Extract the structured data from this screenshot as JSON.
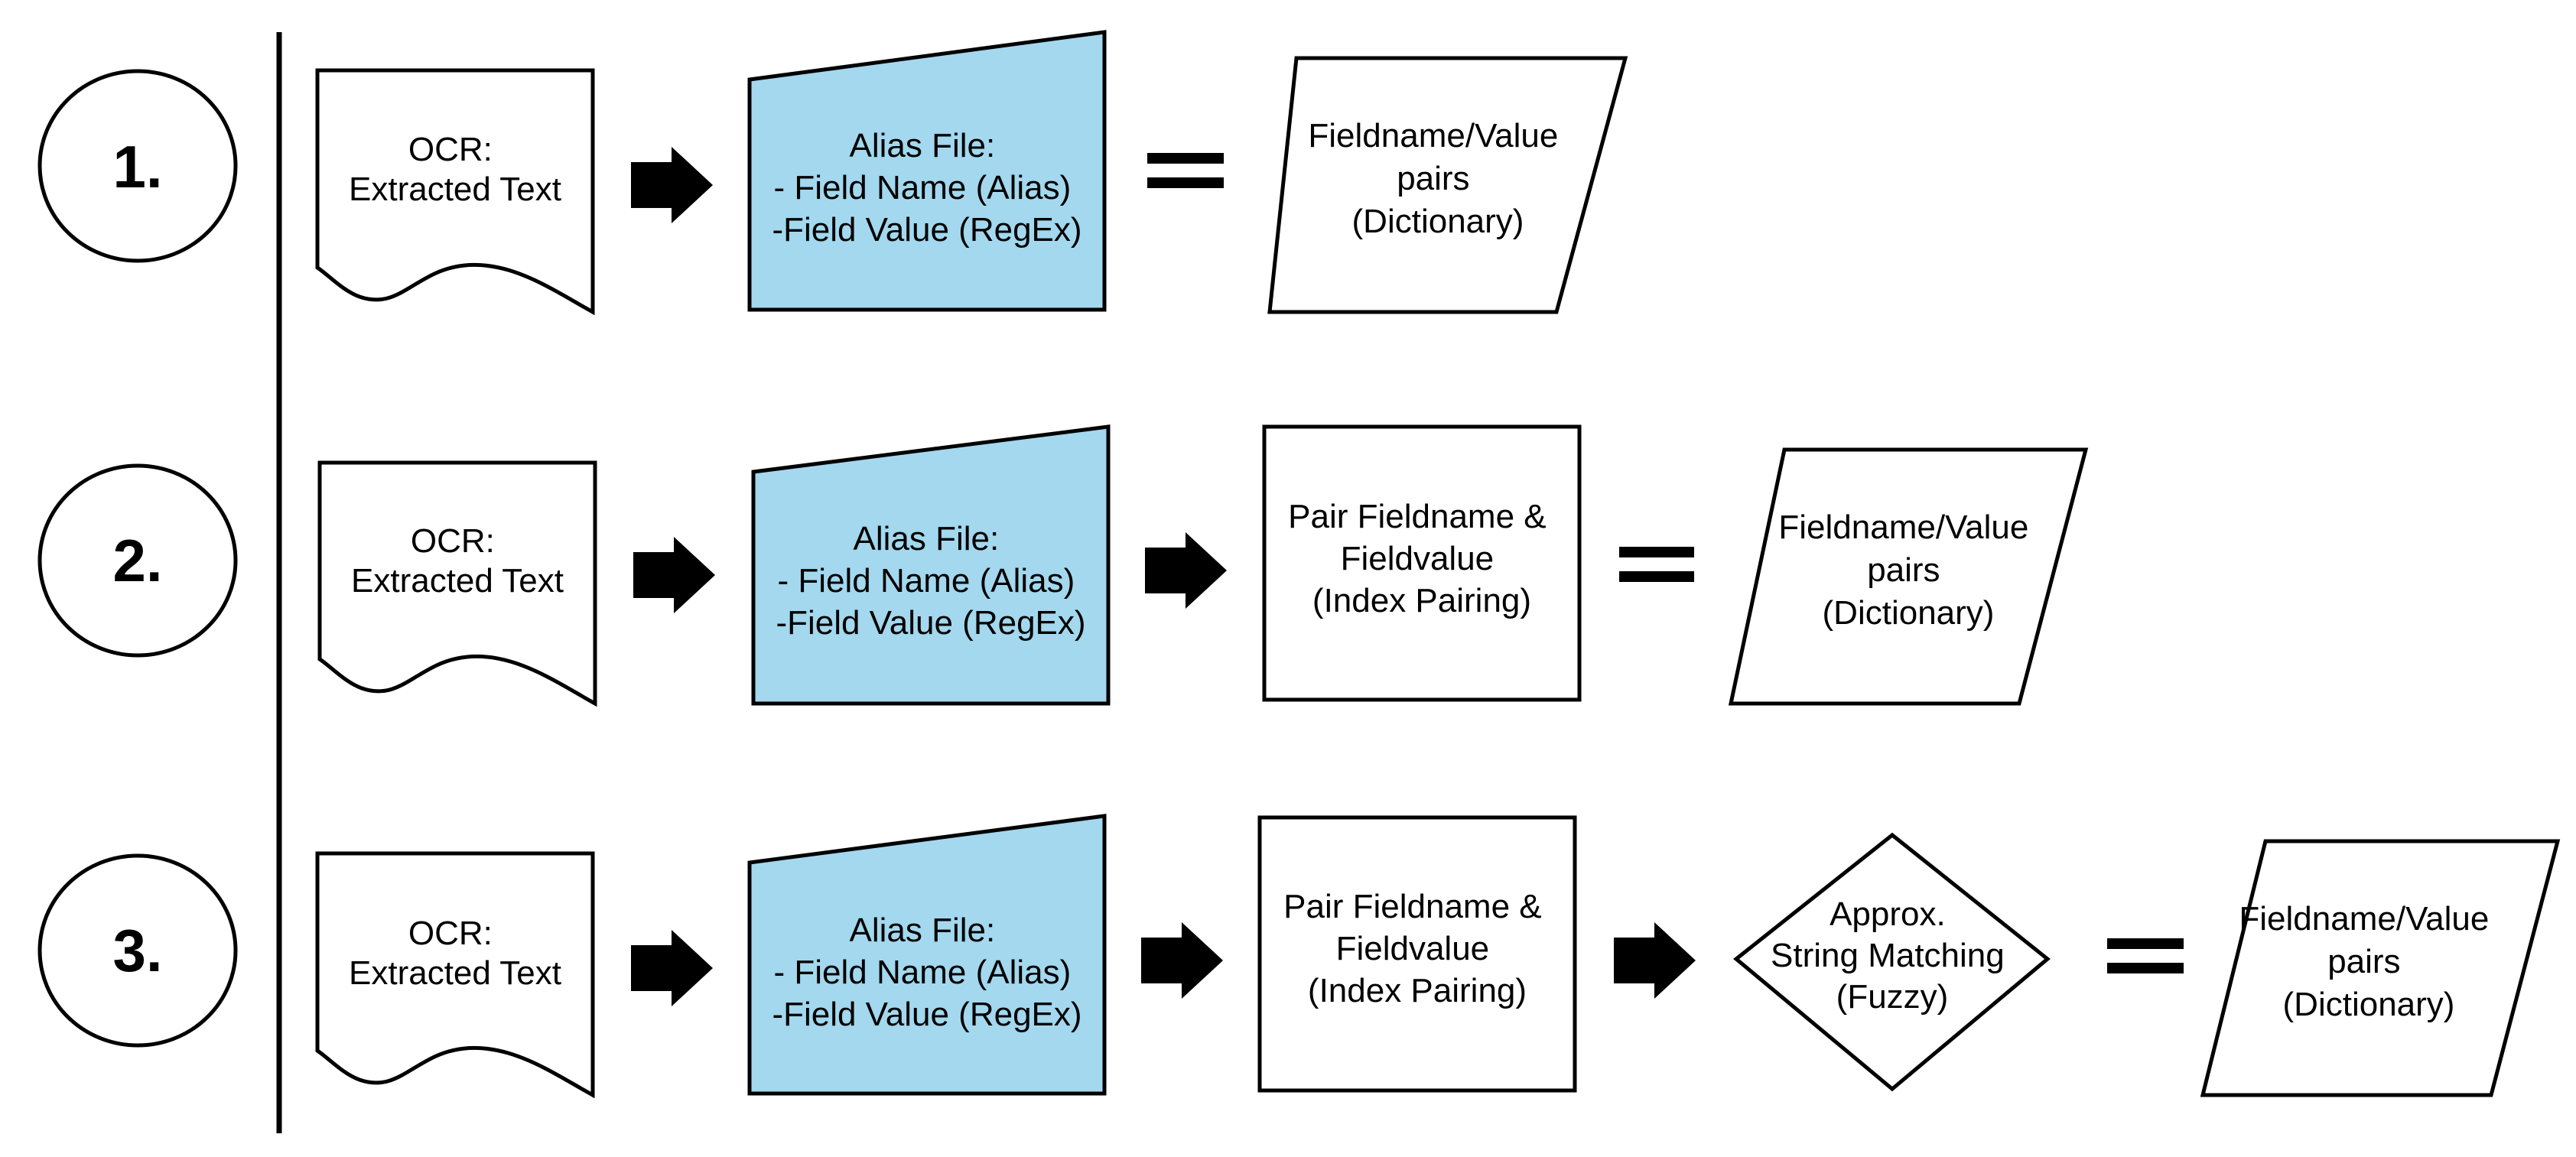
{
  "colors": {
    "alias_fill": "#a3d8ee",
    "shape_fill": "#ffffff",
    "stroke": "#000000"
  },
  "rows": [
    {
      "step_label": "1.",
      "ocr": {
        "line1": "OCR:",
        "line2": "Extracted Text"
      },
      "alias": {
        "line1": "Alias File:",
        "line2": "- Field Name (Alias)",
        "line3": "-Field Value (RegEx)"
      },
      "result": {
        "line1": "Fieldname/Value",
        "line2": "pairs",
        "line3": "(Dictionary)"
      }
    },
    {
      "step_label": "2.",
      "ocr": {
        "line1": "OCR:",
        "line2": "Extracted Text"
      },
      "alias": {
        "line1": "Alias File:",
        "line2": "- Field Name (Alias)",
        "line3": "-Field Value (RegEx)"
      },
      "pair": {
        "line1": "Pair Fieldname &",
        "line2": "Fieldvalue",
        "line3": "(Index Pairing)"
      },
      "result": {
        "line1": "Fieldname/Value",
        "line2": "pairs",
        "line3": "(Dictionary)"
      }
    },
    {
      "step_label": "3.",
      "ocr": {
        "line1": "OCR:",
        "line2": "Extracted Text"
      },
      "alias": {
        "line1": "Alias File:",
        "line2": "- Field Name (Alias)",
        "line3": "-Field Value (RegEx)"
      },
      "pair": {
        "line1": "Pair Fieldname &",
        "line2": "Fieldvalue",
        "line3": "(Index Pairing)"
      },
      "fuzzy": {
        "line1": "Approx.",
        "line2": "String Matching",
        "line3": "(Fuzzy)"
      },
      "result": {
        "line1": "Fieldname/Value",
        "line2": "pairs",
        "line3": "(Dictionary)"
      }
    }
  ]
}
